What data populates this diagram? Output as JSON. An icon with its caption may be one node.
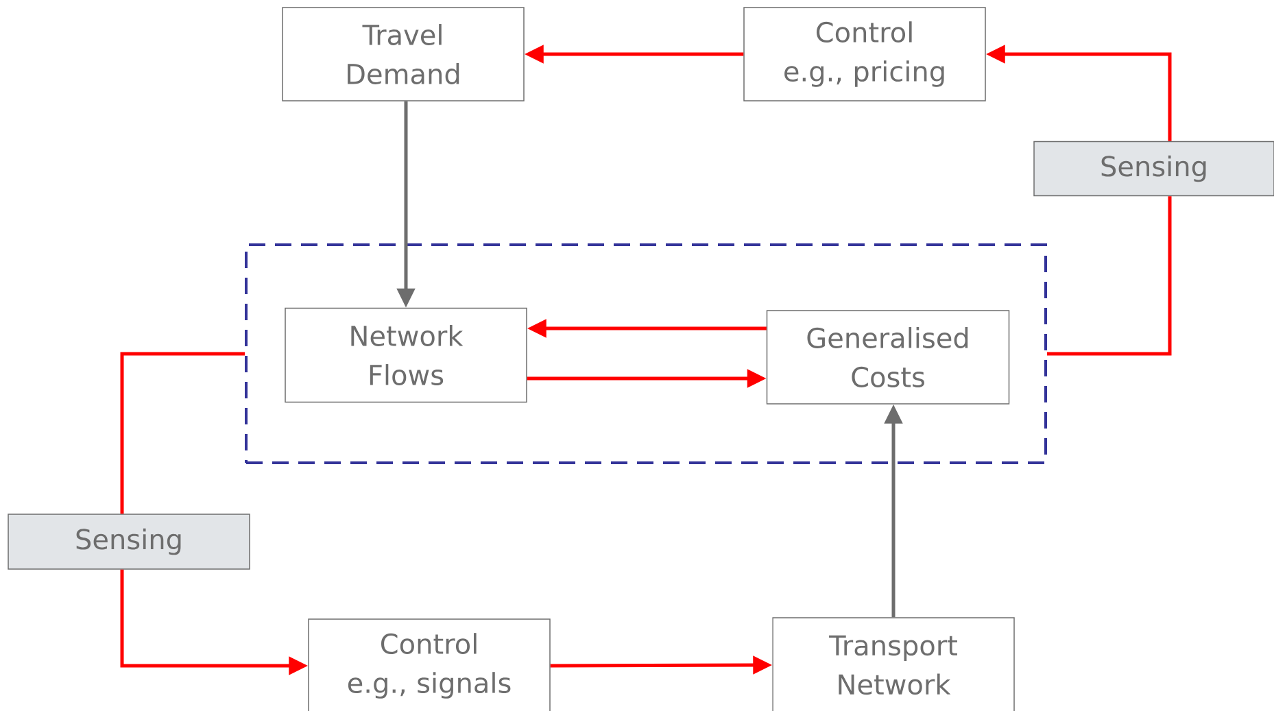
{
  "diagram": {
    "nodes": [
      {
        "text": [
          "Travel Demand"
        ]
      },
      {
        "text": [
          "Control",
          "e.g., pricing"
        ]
      },
      {
        "text": [
          "Sensing"
        ]
      },
      {
        "text": [],
        "shape": "box"
      },
      {
        "text": [
          "Network Flows"
        ],
        "in": 3
      },
      {
        "text": [
          "Generalised Costs"
        ],
        "in": 3
      },
      {
        "text": [
          "Sensing"
        ]
      },
      {
        "text": [
          "Control",
          "e.g., signals"
        ]
      },
      {
        "text": [
          "Transport Network"
        ]
      }
    ],
    "edges": [
      {
        "from": 1,
        "to": 0,
        "arrow": "to"
      },
      {
        "from": 0,
        "to": 4,
        "arrow": "to",
        "color": "#6d6d6d"
      },
      {
        "from": 2,
        "to": 1,
        "arrow": "to"
      },
      {
        "from": 3,
        "to": 2,
        "arrow": "none"
      },
      {
        "from": 5,
        "to": 4,
        "arrow": "to"
      },
      {
        "from": 4,
        "to": 5,
        "arrow": "to"
      },
      {
        "from": 3,
        "to": 6,
        "arrow": "none"
      },
      {
        "from": 6,
        "to": 7,
        "arrow": "to"
      },
      {
        "from": 7,
        "to": 8,
        "arrow": "to"
      },
      {
        "from": 8,
        "to": 5,
        "arrow": "to",
        "color": "#6d6d6d"
      }
    ]
  }
}
